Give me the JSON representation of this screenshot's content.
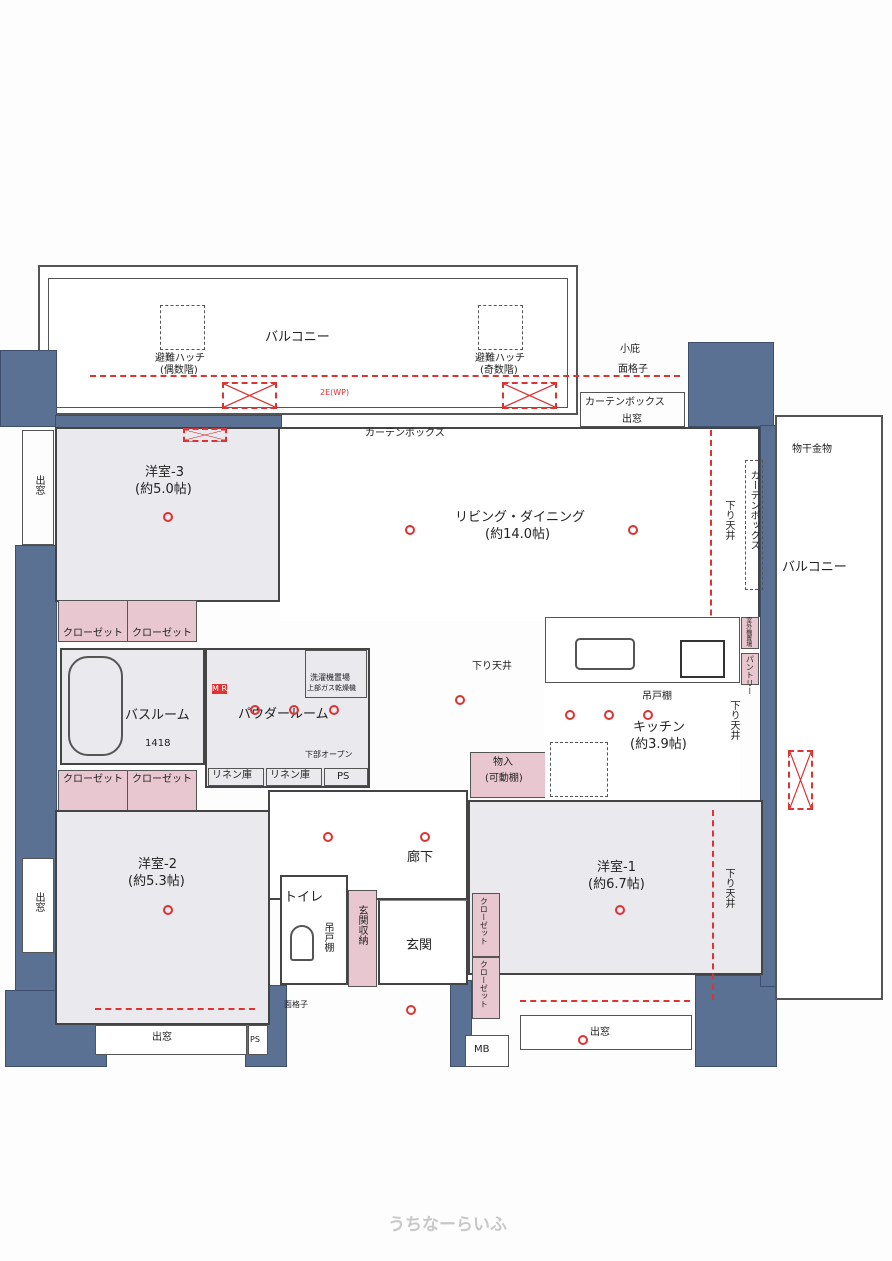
{
  "rooms": {
    "western3": {
      "name": "洋室-3",
      "size": "(約5.0帖)"
    },
    "western2": {
      "name": "洋室-2",
      "size": "(約5.3帖)"
    },
    "western1": {
      "name": "洋室-1",
      "size": "(約6.7帖)"
    },
    "living": {
      "name": "リビング・ダイニング",
      "size": "(約14.0帖)"
    },
    "kitchen": {
      "name": "キッチン",
      "size": "(約3.9帖)"
    },
    "bath": {
      "name": "バスルーム",
      "size": "1418"
    },
    "powder": {
      "name": "パウダールーム"
    },
    "hall": {
      "name": "廊下"
    },
    "entrance": {
      "name": "玄関"
    },
    "toilet": {
      "name": "トイレ"
    }
  },
  "labels": {
    "balcony_top": "バルコニー",
    "balcony_right": "バルコニー",
    "hatch_even": "避難ハッチ",
    "hatch_even_sub": "(偶数階)",
    "hatch_odd": "避難ハッチ",
    "hatch_odd_sub": "(奇数階)",
    "small_eave": "小庇",
    "face_lattice": "面格子",
    "face_lattice_bottom": "面格子",
    "curtain_box_1": "カーテンボックス",
    "curtain_box_2": "カーテンボックス",
    "curtain_box_3": "カーテンボックス",
    "bay_window_top": "出窓",
    "bay_window_left1": "出窓",
    "bay_window_left2": "出窓",
    "bay_window_bottom1": "出窓",
    "bay_window_bottom2": "出窓",
    "dropped_ceiling_1": "下り天井",
    "dropped_ceiling_2": "下り天井",
    "dropped_ceiling_3": "下り天井",
    "dropped_ceiling_4": "下り天井",
    "drying_hardware": "物干金物",
    "closet_1": "クローゼット",
    "closet_2": "クローゼット",
    "closet_3": "クローゼット",
    "closet_4": "クローゼット",
    "closet_5": "クローゼット",
    "closet_6": "クローゼット",
    "washer": "洗濯機置場",
    "washer_sub": "上部ガス乾燥機",
    "lower_open": "下部オープン",
    "linen_1": "リネン庫",
    "linen_2": "リネン庫",
    "ps_1": "PS",
    "ps_2": "PS",
    "mb": "MB",
    "hanging_cabinet_kitchen": "吊戸棚",
    "hanging_cabinet_toilet": "吊戸棚",
    "storage": "物入",
    "storage_sub": "(可動棚)",
    "entrance_storage": "玄関収納",
    "mr": "M R",
    "pantry": "パントリー",
    "outdoor_unit": "室外機置場",
    "waterproof_outlet": "2E(WP)"
  },
  "watermark": "うちなーらいふ",
  "colors": {
    "wall": "#5b7193",
    "closet": "#e9c7d0",
    "electric": "#d33333",
    "room_floor": "#e9e9ee"
  }
}
